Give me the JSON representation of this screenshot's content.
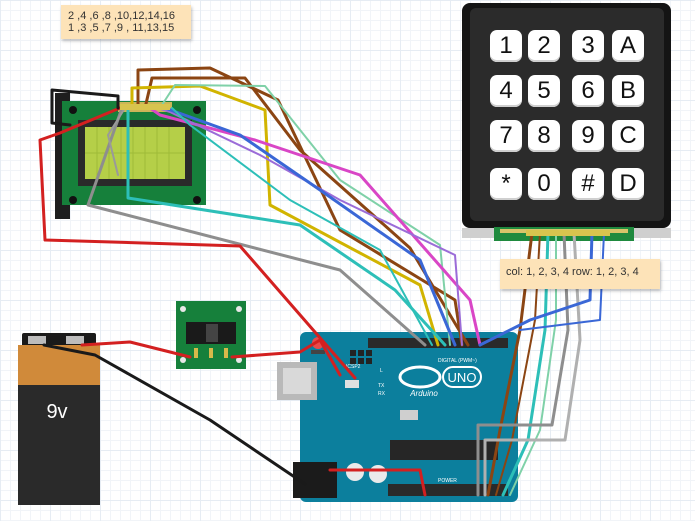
{
  "notes": {
    "lcd_pins": {
      "line1": "2 ,4 ,6 ,8 ,10,12,14,16",
      "line2": "1 ,3 ,5 ,7 ,9 , 11,13,15"
    },
    "keypad_pins": {
      "text": "col: 1, 2, 3, 4 row: 1, 2, 3, 4"
    }
  },
  "keypad": {
    "keys": [
      "1",
      "2",
      "3",
      "A",
      "4",
      "5",
      "6",
      "B",
      "7",
      "8",
      "9",
      "C",
      "*",
      "0",
      "#",
      "D"
    ]
  },
  "battery": {
    "label": "9v"
  },
  "arduino": {
    "logo_text": "UNO",
    "brand": "Arduino",
    "icsp_label": "ICSP2",
    "tx_label": "TX",
    "rx_label": "RX",
    "l_label": "L",
    "digital_label": "DIGITAL (PWM~)",
    "power_label": "POWER"
  },
  "colors": {
    "arduino_board": "#0c7f9d",
    "battery_top": "#d08a3a",
    "battery_body": "#2a2a2a",
    "keypad_body": "#1b1b1b",
    "lcd_screen": "#b6d04a",
    "pcb_green": "#16803b",
    "note_bg": "#fde3b8"
  }
}
